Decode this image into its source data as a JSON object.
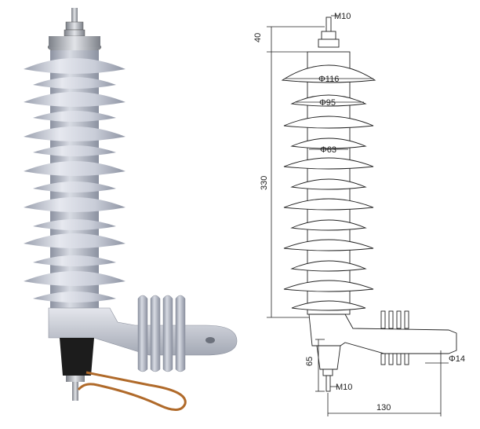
{
  "dimensions": {
    "stud_top": "M10",
    "stud_top_height": "40",
    "shed_large": "Φ116",
    "shed_small": "Φ95",
    "core": "Φ63",
    "total_height": "330",
    "base_height": "65",
    "stud_bottom": "M10",
    "hole": "Φ14",
    "bracket_length": "130"
  },
  "colors": {
    "porcelain": "#c9cdd8",
    "porcelain_light": "#e6e8ef",
    "porcelain_dark": "#9aa0ae",
    "metal": "#b9bcc2",
    "base_black": "#1c1c1c",
    "copper": "#b06a2a",
    "line": "#222222"
  }
}
